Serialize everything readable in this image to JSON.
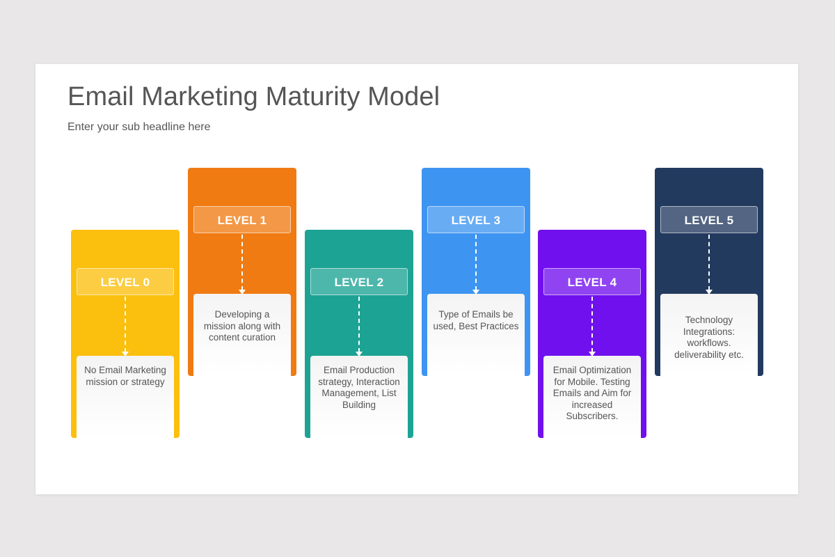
{
  "slide": {
    "title": "Email Marketing Maturity Model",
    "subtitle": "Enter your sub headline here"
  },
  "levels": [
    {
      "label": "LEVEL 0",
      "description": "No Email Marketing mission or strategy",
      "color": "#FBBF0E"
    },
    {
      "label": "LEVEL 1",
      "description": "Developing a mission along with content curation",
      "color": "#F07B13"
    },
    {
      "label": "LEVEL 2",
      "description": "Email Production strategy, Interaction Management, List Building",
      "color": "#1DA394"
    },
    {
      "label": "LEVEL 3",
      "description": "Type of Emails be used, Best Practices",
      "color": "#3E95F1"
    },
    {
      "label": "LEVEL 4",
      "description": "Email Optimization for Mobile. Testing Emails and Aim for increased Subscribers.",
      "color": "#7110EE"
    },
    {
      "label": "LEVEL 5",
      "description": "Technology Integrations: workflows. deliverability etc.",
      "color": "#233A5F"
    }
  ]
}
